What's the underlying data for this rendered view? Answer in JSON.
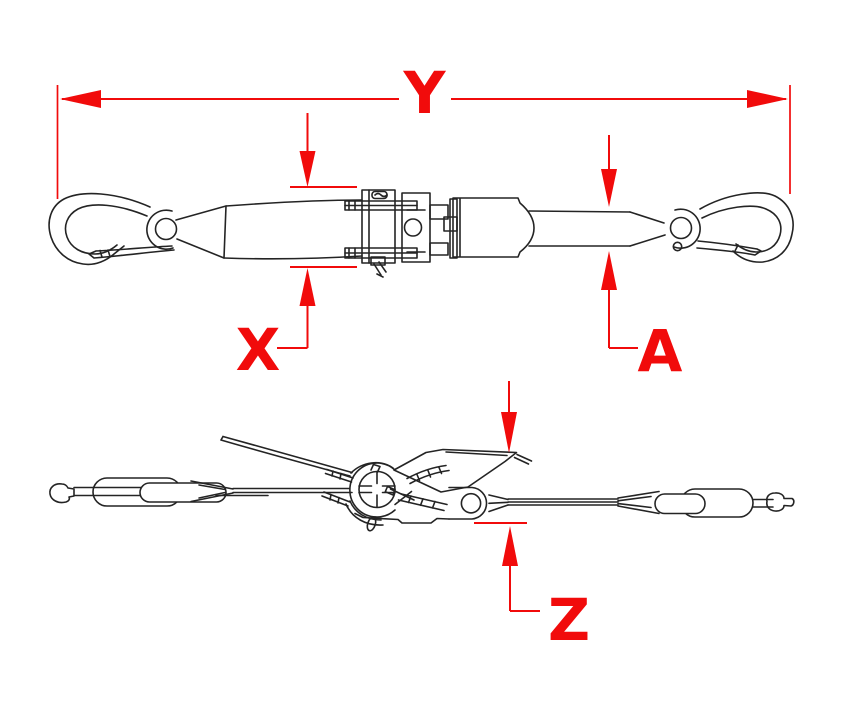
{
  "dimension_labels": {
    "y": "Y",
    "x": "X",
    "a": "A",
    "z": "Z"
  },
  "colors": {
    "dimension_red": "#f10b0b",
    "line_black": "#242424",
    "background": "#ffffff"
  },
  "views": {
    "top_view": "ratchet-strap-assembly-plan-view",
    "side_view": "ratchet-strap-assembly-side-view"
  }
}
